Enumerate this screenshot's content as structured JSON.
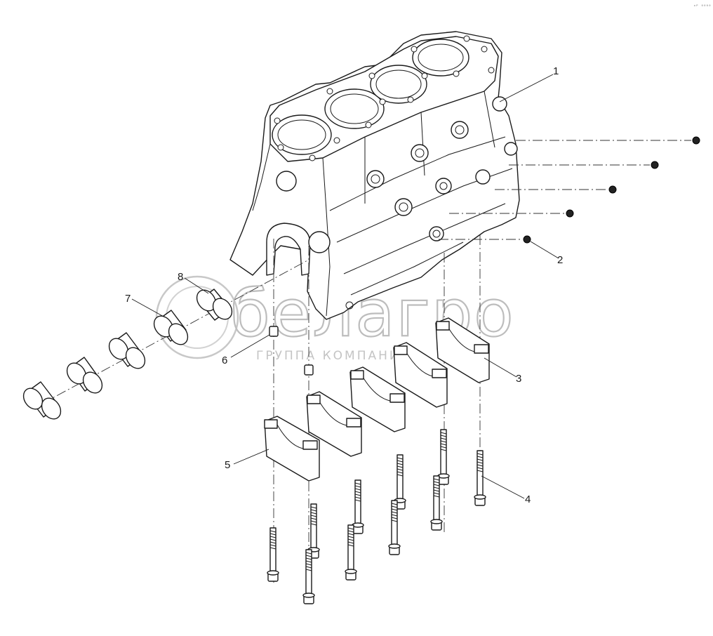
{
  "diagram": {
    "code": "ᵒᴾ ⁰⁰⁰⁰",
    "callouts": [
      {
        "id": "1",
        "label": "1"
      },
      {
        "id": "2",
        "label": "2"
      },
      {
        "id": "3",
        "label": "3"
      },
      {
        "id": "4",
        "label": "4"
      },
      {
        "id": "5",
        "label": "5"
      },
      {
        "id": "6",
        "label": "6"
      },
      {
        "id": "7",
        "label": "7"
      },
      {
        "id": "8",
        "label": "8"
      }
    ]
  },
  "watermark": {
    "brand": "белагро",
    "tagline": "ГРУППА КОМПАНИЙ"
  }
}
